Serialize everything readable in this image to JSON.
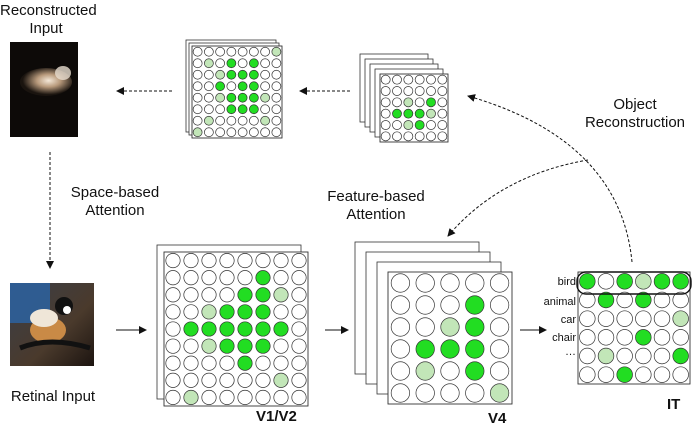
{
  "labels": {
    "reconstructed_input": [
      "Reconstructed",
      "Input"
    ],
    "retinal_input": "Retinal Input",
    "space_attention": [
      "Space-based",
      "Attention"
    ],
    "feature_attention": [
      "Feature-based",
      "Attention"
    ],
    "object_reconstruction": [
      "Object",
      "Reconstruction"
    ],
    "v1v2": "V1/V2",
    "v4": "V4",
    "it": "IT"
  },
  "it_rows": [
    "bird",
    "animal",
    "car",
    "chair",
    "…"
  ],
  "colors": {
    "active": "#22dd22",
    "weak": "#c2e6b8",
    "off": "#ffffff",
    "stroke": "#333333"
  },
  "grids": {
    "v1v2": [
      "00000000",
      "00000100",
      "00001120",
      "00211100",
      "01111110",
      "00211100",
      "00001000",
      "00000020",
      "02000000"
    ],
    "v4": [
      "00000",
      "00010",
      "00210",
      "01110",
      "02010",
      "00002"
    ],
    "it": [
      "101211",
      "010100",
      "000002",
      "000100",
      "020001",
      "001000"
    ],
    "recon_small": [
      "00000002",
      "02010100",
      "00211100",
      "00101100",
      "00211120",
      "00011100",
      "02000020",
      "20000000"
    ],
    "v4_small": [
      "000000",
      "000000",
      "002010",
      "011120",
      "002100",
      "000000"
    ]
  }
}
